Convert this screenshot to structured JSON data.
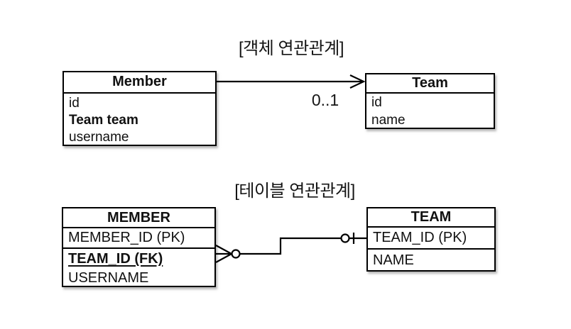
{
  "titles": {
    "object": "[객체 연관관계]",
    "table": "[테이블 연관관계]"
  },
  "object_diagram": {
    "member": {
      "header": "Member",
      "fields": [
        "id",
        "Team team",
        "username"
      ]
    },
    "team": {
      "header": "Team",
      "fields": [
        "id",
        "name"
      ]
    },
    "multiplicity": "0..1"
  },
  "table_diagram": {
    "member": {
      "header": "MEMBER",
      "pk": "MEMBER_ID (PK)",
      "fields": [
        "TEAM_ID (FK)",
        "USERNAME"
      ]
    },
    "team": {
      "header": "TEAM",
      "pk": "TEAM_ID (PK)",
      "fields": [
        "NAME"
      ]
    }
  },
  "notation": {
    "arrowhead": "open-arrow",
    "member_end": "zero-or-many",
    "team_end": "zero-or-one"
  },
  "colors": {
    "background": "#ffffff",
    "line": "#000000",
    "text": "#111111",
    "box_fill": "#ffffff"
  }
}
